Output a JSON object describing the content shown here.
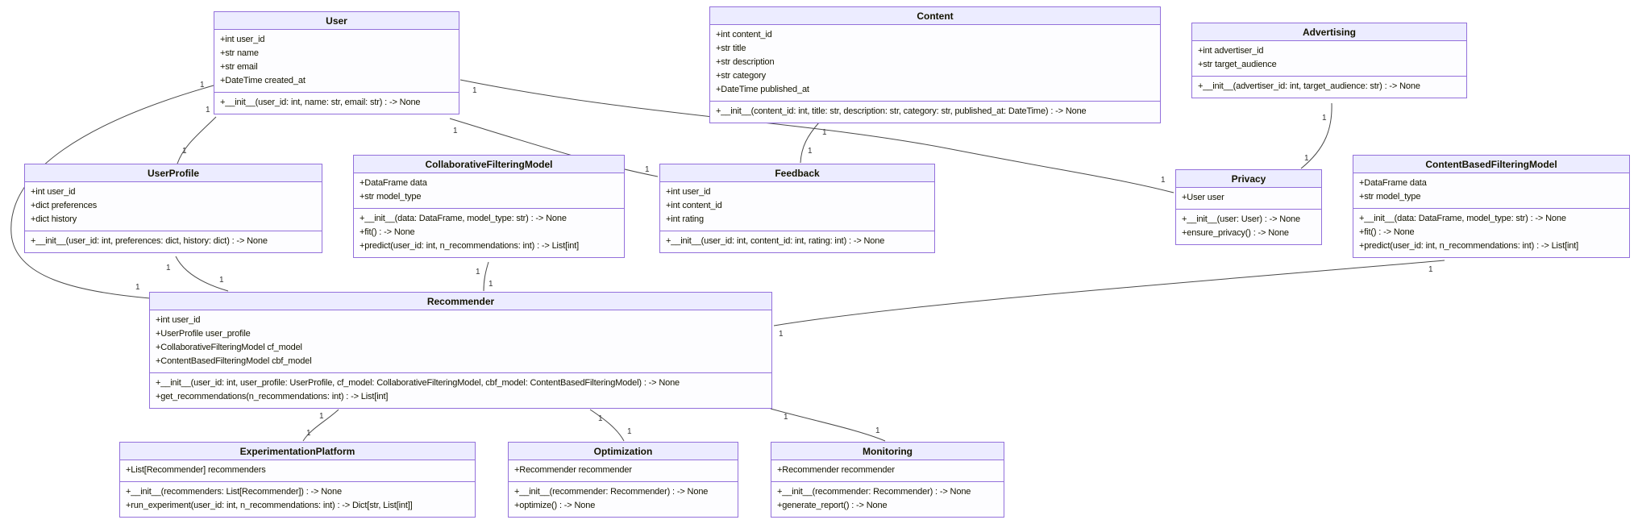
{
  "diagram": {
    "colors": {
      "box_title_fill": "#ECECFF",
      "box_body_fill": "#FDFDFF",
      "box_border": "#9370DB",
      "edge_line": "#4A4A4A",
      "text": "#131300"
    },
    "classes": [
      {
        "name": "User",
        "attributes": [
          "+int user_id",
          "+str name",
          "+str email",
          "+DateTime created_at"
        ],
        "methods": [
          "+__init__(user_id: int, name: str, email: str) : -> None"
        ]
      },
      {
        "name": "Content",
        "attributes": [
          "+int content_id",
          "+str title",
          "+str description",
          "+str category",
          "+DateTime published_at"
        ],
        "methods": [
          "+__init__(content_id: int, title: str, description: str, category: str, published_at: DateTime) : -> None"
        ]
      },
      {
        "name": "Advertising",
        "attributes": [
          "+int advertiser_id",
          "+str target_audience"
        ],
        "methods": [
          "+__init__(advertiser_id: int, target_audience: str) : -> None"
        ]
      },
      {
        "name": "UserProfile",
        "attributes": [
          "+int user_id",
          "+dict preferences",
          "+dict history"
        ],
        "methods": [
          "+__init__(user_id: int, preferences: dict, history: dict) : -> None"
        ]
      },
      {
        "name": "CollaborativeFilteringModel",
        "attributes": [
          "+DataFrame data",
          "+str model_type"
        ],
        "methods": [
          "+__init__(data: DataFrame, model_type: str) : -> None",
          "+fit() : -> None",
          "+predict(user_id: int, n_recommendations: int) : -> List[int]"
        ]
      },
      {
        "name": "Feedback",
        "attributes": [
          "+int user_id",
          "+int content_id",
          "+int rating"
        ],
        "methods": [
          "+__init__(user_id: int, content_id: int, rating: int) : -> None"
        ]
      },
      {
        "name": "Privacy",
        "attributes": [
          "+User user"
        ],
        "methods": [
          "+__init__(user: User) : -> None",
          "+ensure_privacy() : -> None"
        ]
      },
      {
        "name": "ContentBasedFilteringModel",
        "attributes": [
          "+DataFrame data",
          "+str model_type"
        ],
        "methods": [
          "+__init__(data: DataFrame, model_type: str) : -> None",
          "+fit() : -> None",
          "+predict(user_id: int, n_recommendations: int) : -> List[int]"
        ]
      },
      {
        "name": "Recommender",
        "attributes": [
          "+int user_id",
          "+UserProfile user_profile",
          "+CollaborativeFilteringModel cf_model",
          "+ContentBasedFilteringModel cbf_model"
        ],
        "methods": [
          "+__init__(user_id: int, user_profile: UserProfile, cf_model: CollaborativeFilteringModel, cbf_model: ContentBasedFilteringModel) : -> None",
          "+get_recommendations(n_recommendations: int) : -> List[int]"
        ]
      },
      {
        "name": "ExperimentationPlatform",
        "attributes": [
          "+List[Recommender] recommenders"
        ],
        "methods": [
          "+__init__(recommenders: List[Recommender]) : -> None",
          "+run_experiment(user_id: int, n_recommendations: int) : -> Dict[str, List[int]]"
        ]
      },
      {
        "name": "Optimization",
        "attributes": [
          "+Recommender recommender"
        ],
        "methods": [
          "+__init__(recommender: Recommender) : -> None",
          "+optimize() : -> None"
        ]
      },
      {
        "name": "Monitoring",
        "attributes": [
          "+Recommender recommender"
        ],
        "methods": [
          "+__init__(recommender: Recommender) : -> None",
          "+generate_report() : -> None"
        ]
      }
    ],
    "relationships": [
      {
        "from": "User",
        "to": "UserProfile",
        "from_label": "1",
        "to_label": "1"
      },
      {
        "from": "User",
        "to": "Recommender",
        "from_label": "1",
        "to_label": "1"
      },
      {
        "from": "User",
        "to": "Feedback",
        "from_label": "1",
        "to_label": "1"
      },
      {
        "from": "User",
        "to": "Privacy",
        "from_label": "1",
        "to_label": "1"
      },
      {
        "from": "Content",
        "to": "Feedback",
        "from_label": "1",
        "to_label": "1"
      },
      {
        "from": "Advertising",
        "to": "Privacy",
        "from_label": "1",
        "to_label": "1"
      },
      {
        "from": "CollaborativeFilteringModel",
        "to": "Recommender",
        "from_label": "1",
        "to_label": "1"
      },
      {
        "from": "ContentBasedFilteringModel",
        "to": "Recommender",
        "from_label": "1",
        "to_label": "1"
      },
      {
        "from": "UserProfile",
        "to": "Recommender",
        "from_label": "1",
        "to_label": "1"
      },
      {
        "from": "Recommender",
        "to": "ExperimentationPlatform",
        "from_label": "1",
        "to_label": "1"
      },
      {
        "from": "Recommender",
        "to": "Optimization",
        "from_label": "1",
        "to_label": "1"
      },
      {
        "from": "Recommender",
        "to": "Monitoring",
        "from_label": "1",
        "to_label": "1"
      }
    ]
  }
}
